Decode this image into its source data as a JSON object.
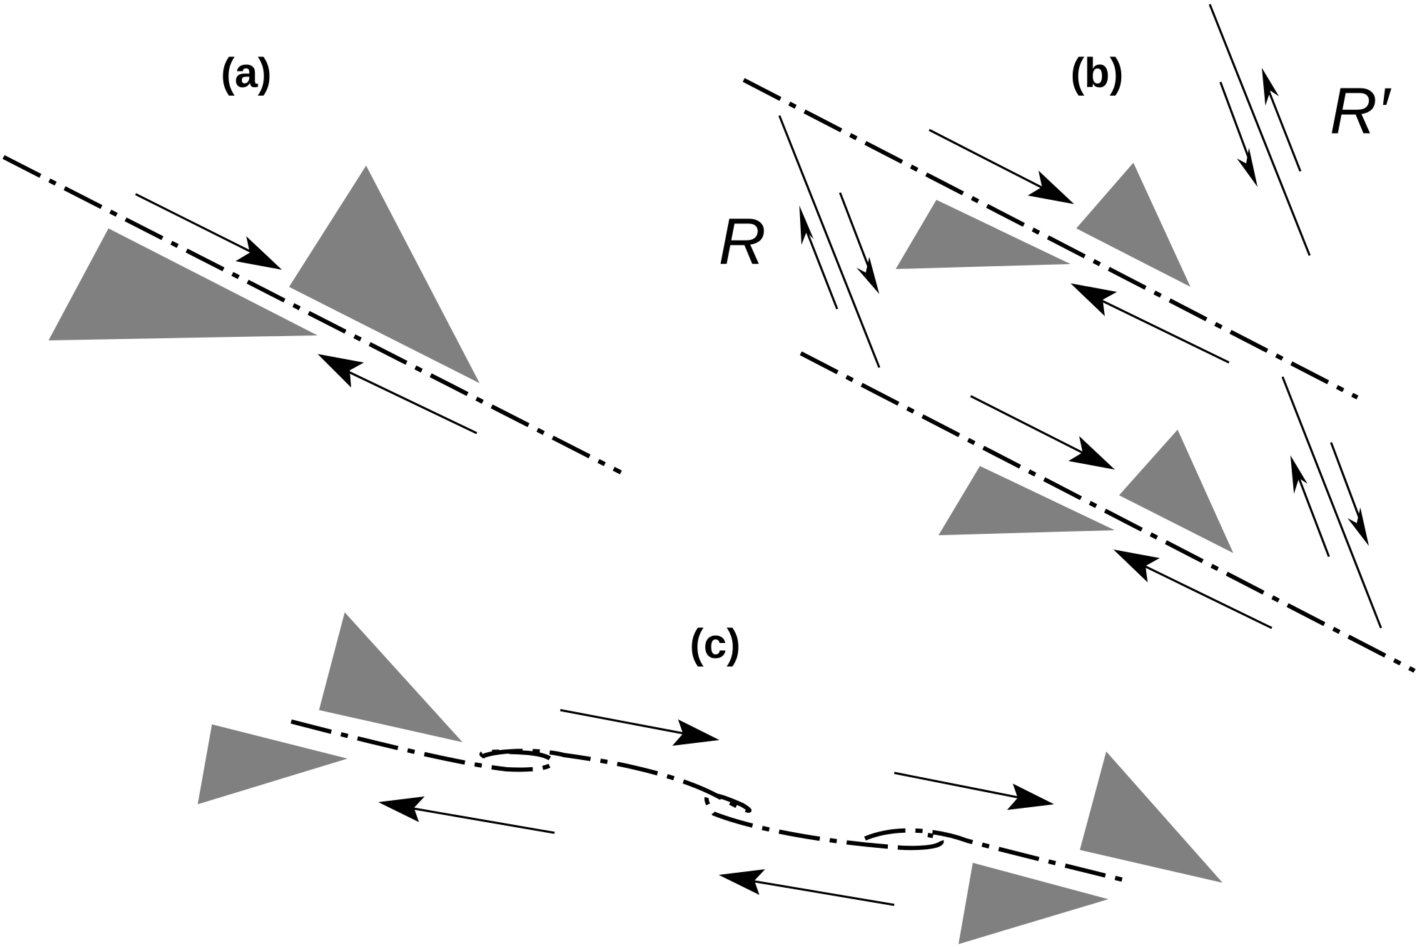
{
  "colors": {
    "block_fill": "#808080",
    "line": "#000000",
    "background": "#ffffff"
  },
  "labels": {
    "panel_a": "(a)",
    "panel_b": "(b)",
    "panel_c": "(c)",
    "r": "R",
    "r_prime": "R′"
  }
}
